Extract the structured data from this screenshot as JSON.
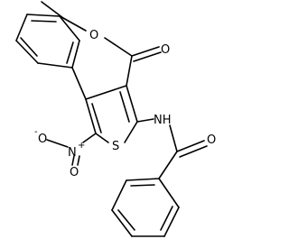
{
  "molecule": {
    "atom_labels": {
      "ester_oxygen_single": "O",
      "ester_oxygen_double": "O",
      "amide_nitrogen": "NH",
      "amide_oxygen": "O",
      "ring_sulfur": "S",
      "nitro_nitrogen": "N",
      "nitro_charge": "+",
      "nitro_oxygen_left": "O",
      "nitro_oxygen_left_charge": "-",
      "nitro_oxygen_down": "O"
    }
  }
}
